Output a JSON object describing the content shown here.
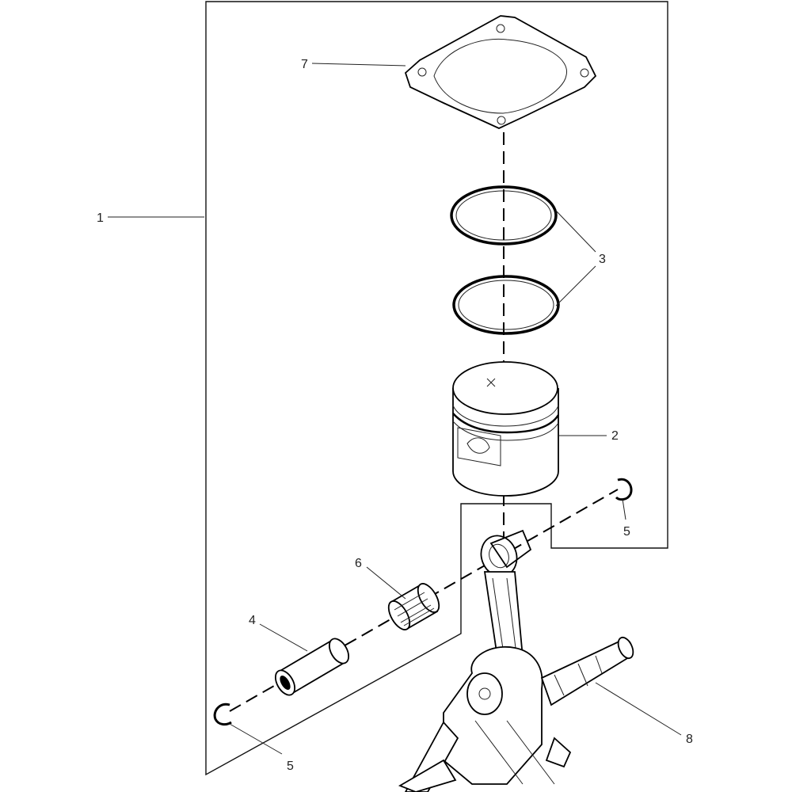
{
  "callouts": [
    {
      "id": "assembly",
      "label": "1"
    },
    {
      "id": "piston",
      "label": "2"
    },
    {
      "id": "piston-rings",
      "label": "3"
    },
    {
      "id": "piston-pin",
      "label": "4"
    },
    {
      "id": "circlip-lower",
      "label": "5"
    },
    {
      "id": "circlip-upper",
      "label": "5"
    },
    {
      "id": "needle-bearing",
      "label": "6"
    },
    {
      "id": "cylinder-gasket",
      "label": "7"
    },
    {
      "id": "crankshaft",
      "label": "8"
    }
  ]
}
